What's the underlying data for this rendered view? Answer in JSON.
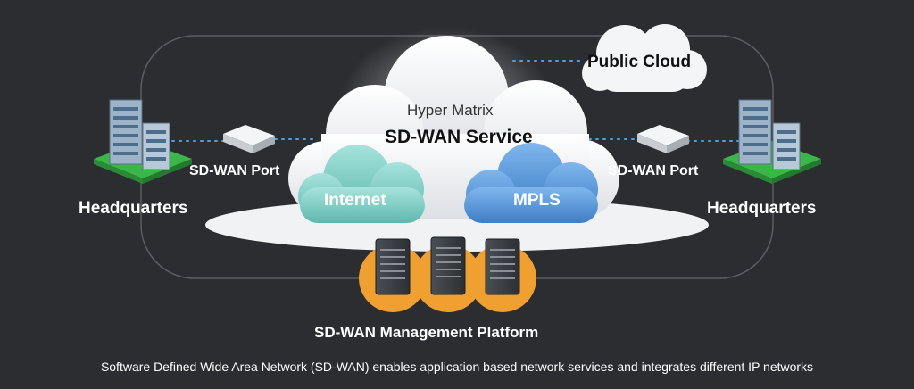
{
  "diagram": {
    "vendor_label": "Hyper Matrix",
    "service_label": "SD-WAN Service",
    "public_cloud_label": "Public Cloud",
    "internet_label": "Internet",
    "mpls_label": "MPLS",
    "left_site": {
      "name": "Headquarters",
      "port_label": "SD-WAN Port"
    },
    "right_site": {
      "name": "Headquarters",
      "port_label": "SD-WAN Port"
    },
    "management_label": "SD-WAN Management Platform",
    "caption": "Software Defined Wide Area Network (SD-WAN)  enables application based network services and integrates different IP networks"
  },
  "colors": {
    "background": "#2b2d31",
    "internet_cloud": "#7fcfc6",
    "mpls_cloud": "#4f8fd4",
    "management_circle": "#f0a030",
    "site_ground": "#3cb54a",
    "link_dots": "#4aa3df"
  }
}
